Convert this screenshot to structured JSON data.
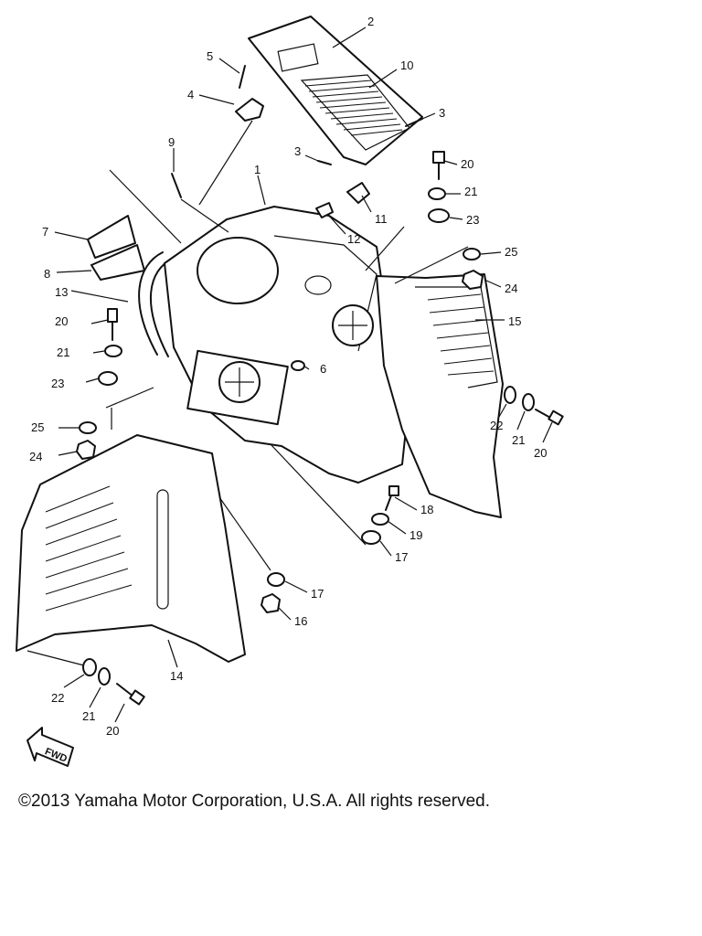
{
  "callouts": {
    "c1": "1",
    "c2": "2",
    "c3a": "3",
    "c3b": "3",
    "c4": "4",
    "c5": "5",
    "c6": "6",
    "c7": "7",
    "c8": "8",
    "c9": "9",
    "c10": "10",
    "c11": "11",
    "c12": "12",
    "c13": "13",
    "c14": "14",
    "c15": "15",
    "c16": "16",
    "c17a": "17",
    "c17b": "17",
    "c18": "18",
    "c19": "19",
    "c20a": "20",
    "c20b": "20",
    "c20c": "20",
    "c20d": "20",
    "c21a": "21",
    "c21b": "21",
    "c21c": "21",
    "c21d": "21",
    "c22a": "22",
    "c22b": "22",
    "c23a": "23",
    "c23b": "23",
    "c24a": "24",
    "c24b": "24",
    "c25a": "25",
    "c25b": "25"
  },
  "fwd_label": "FWD",
  "copyright": "©2013 Yamaha Motor Corporation, U.S.A. All rights reserved."
}
